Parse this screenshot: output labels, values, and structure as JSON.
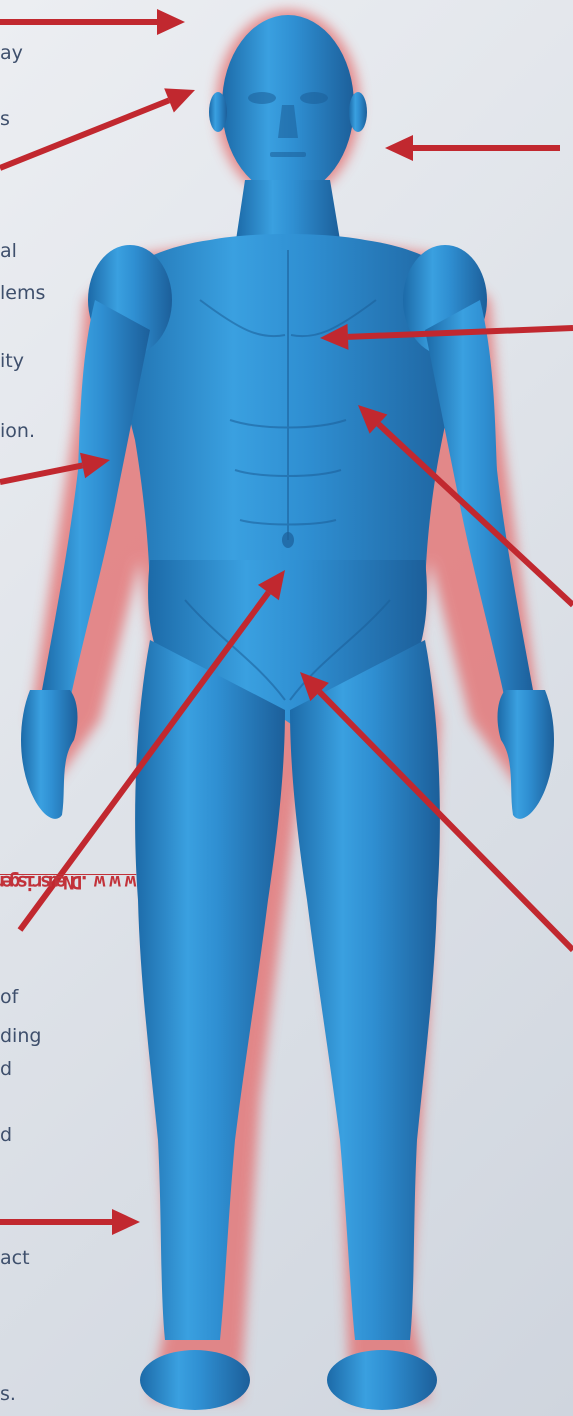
{
  "left_text_fragments": [
    "ay",
    "s",
    "al",
    "lems",
    "ity",
    "ion.",
    "of",
    "ding",
    "d",
    "d",
    "act",
    "s."
  ],
  "credit": {
    "prefix": "Design by: ",
    "site": "www.Nurseland.net"
  },
  "colors": {
    "figure": "#2f8fd2",
    "arrow": "#c1282f",
    "glow": "#e46b6b",
    "text": "#3e4f6c"
  }
}
